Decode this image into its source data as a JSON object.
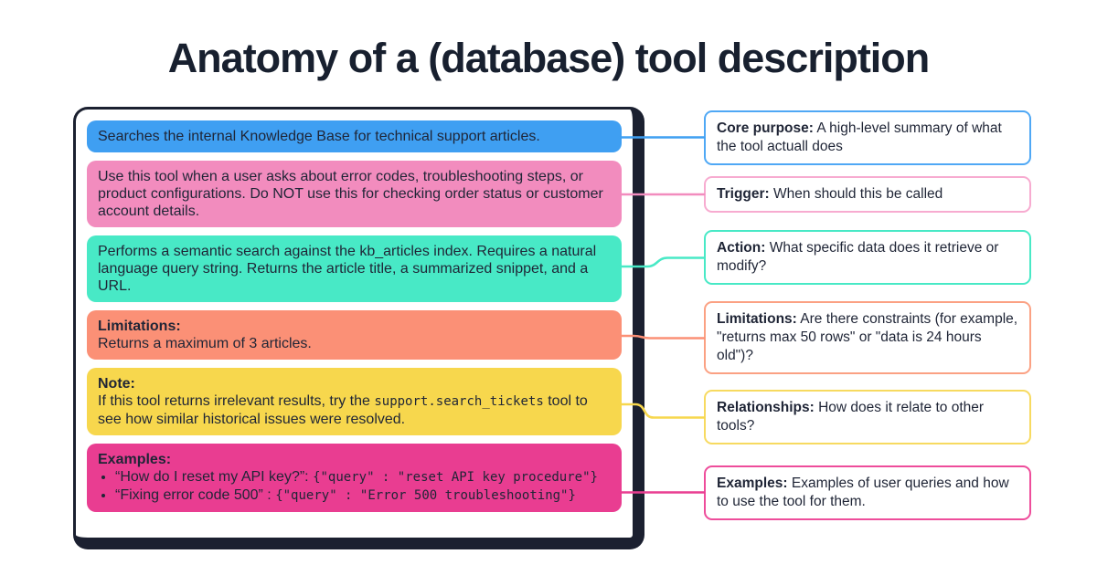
{
  "title": "Anatomy of a (database) tool description",
  "theme": {
    "background": "#FFFFFF",
    "card_border": "#1B2030",
    "title_color": "#18202F",
    "text_color": "#1F2536"
  },
  "blocks": [
    {
      "id": "core-purpose",
      "color": "#3F9FF2",
      "text": "Searches the internal Knowledge Base for technical support articles."
    },
    {
      "id": "trigger",
      "color": "#F28CBE",
      "text": "Use this tool when a user asks about error codes, troubleshooting steps, or product configurations. Do NOT use this for checking order status or customer account details."
    },
    {
      "id": "action",
      "color": "#48E9C6",
      "text": "Performs a semantic search against the kb_articles index. Requires a natural language query string. Returns the article title, a summarized snippet, and a URL."
    },
    {
      "id": "limitations",
      "color": "#FB9076",
      "label": "Limitations:",
      "text": "Returns a maximum of 3 articles."
    },
    {
      "id": "note",
      "color": "#F7D74D",
      "label": "Note:",
      "text_before_code": "If this tool returns irrelevant results, try the ",
      "code": "support.search_tickets",
      "text_after_code": " tool to see how similar historical issues were resolved."
    },
    {
      "id": "examples",
      "color": "#E93D91",
      "label": "Examples:",
      "bullets": [
        {
          "text": "“How do I reset my API key?”: ",
          "code": "{\"query\" : \"reset API key procedure\"}"
        },
        {
          "text": "“Fixing error code 500” : ",
          "code": "{\"query\" : \"Error 500 troubleshooting\"}"
        }
      ]
    }
  ],
  "callouts": [
    {
      "id": "core-purpose",
      "border": "#4FA8F5",
      "label": "Core purpose:",
      "text": "A high-level summary of what the tool actuall does"
    },
    {
      "id": "trigger",
      "border": "#F7ABD0",
      "label": "Trigger:",
      "text": "When should this be called"
    },
    {
      "id": "action",
      "border": "#48E9C6",
      "label": "Action:",
      "text": "What specific data does it retrieve or modify?"
    },
    {
      "id": "limitations",
      "border": "#FBA183",
      "label": "Limitations:",
      "text": "Are there constraints (for example, \"returns max 50 rows\" or \"data is 24 hours old\")?"
    },
    {
      "id": "relationships",
      "border": "#F7DA60",
      "label": "Relationships:",
      "text": "How does it relate to other tools?"
    },
    {
      "id": "examples",
      "border": "#EE4D9B",
      "label": "Examples:",
      "text": "Examples of user queries and how to use the tool for them."
    }
  ]
}
